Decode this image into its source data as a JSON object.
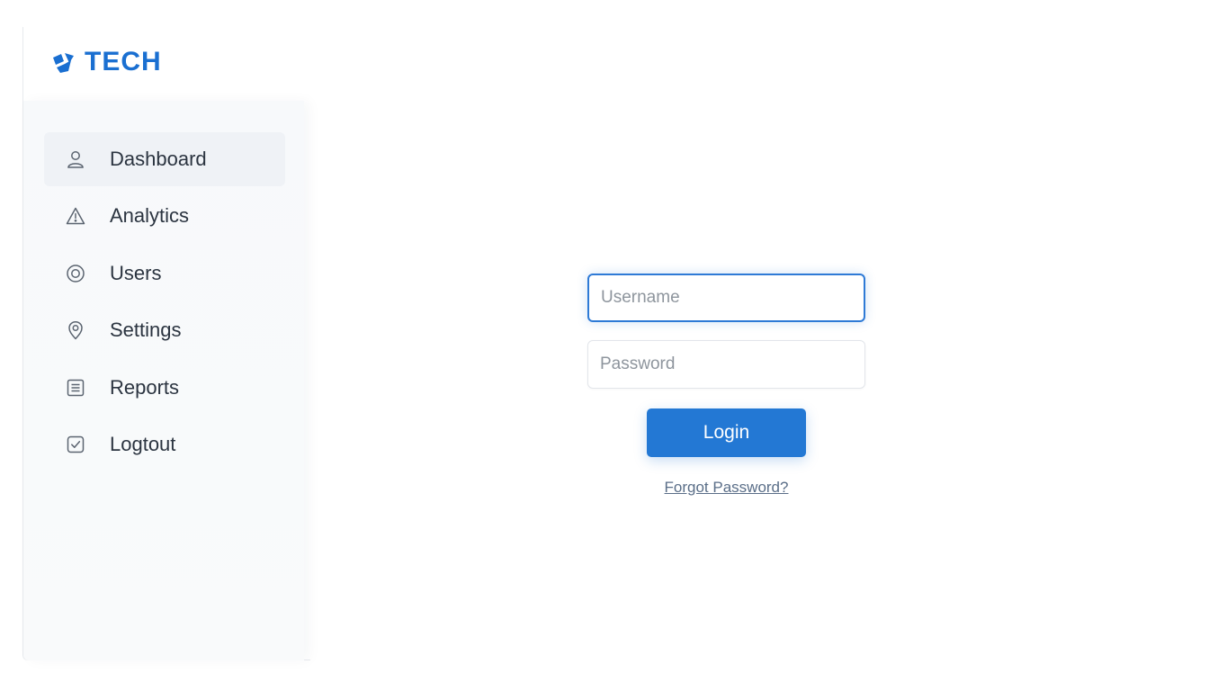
{
  "brand": {
    "name": "TECH",
    "color": "#1a6fd1",
    "icon": "tech-logo-icon"
  },
  "sidebar": {
    "items": [
      {
        "label": "Dashboard",
        "icon": "user-icon",
        "active": true
      },
      {
        "label": "Analytics",
        "icon": "warning-triangle-icon",
        "active": false
      },
      {
        "label": "Users",
        "icon": "circle-target-icon",
        "active": false
      },
      {
        "label": "Settings",
        "icon": "map-pin-icon",
        "active": false
      },
      {
        "label": "Reports",
        "icon": "document-lines-icon",
        "active": false
      },
      {
        "label": "Logtout",
        "icon": "checkbox-icon",
        "active": false
      }
    ]
  },
  "login": {
    "username_placeholder": "Username",
    "username_value": "",
    "password_placeholder": "Password",
    "password_value": "",
    "button_label": "Login",
    "forgot_label": "Forgot Password?"
  },
  "colors": {
    "accent": "#2378d4",
    "focus_border": "#2e7ad6",
    "sidebar_active_bg": "#eff2f6"
  }
}
